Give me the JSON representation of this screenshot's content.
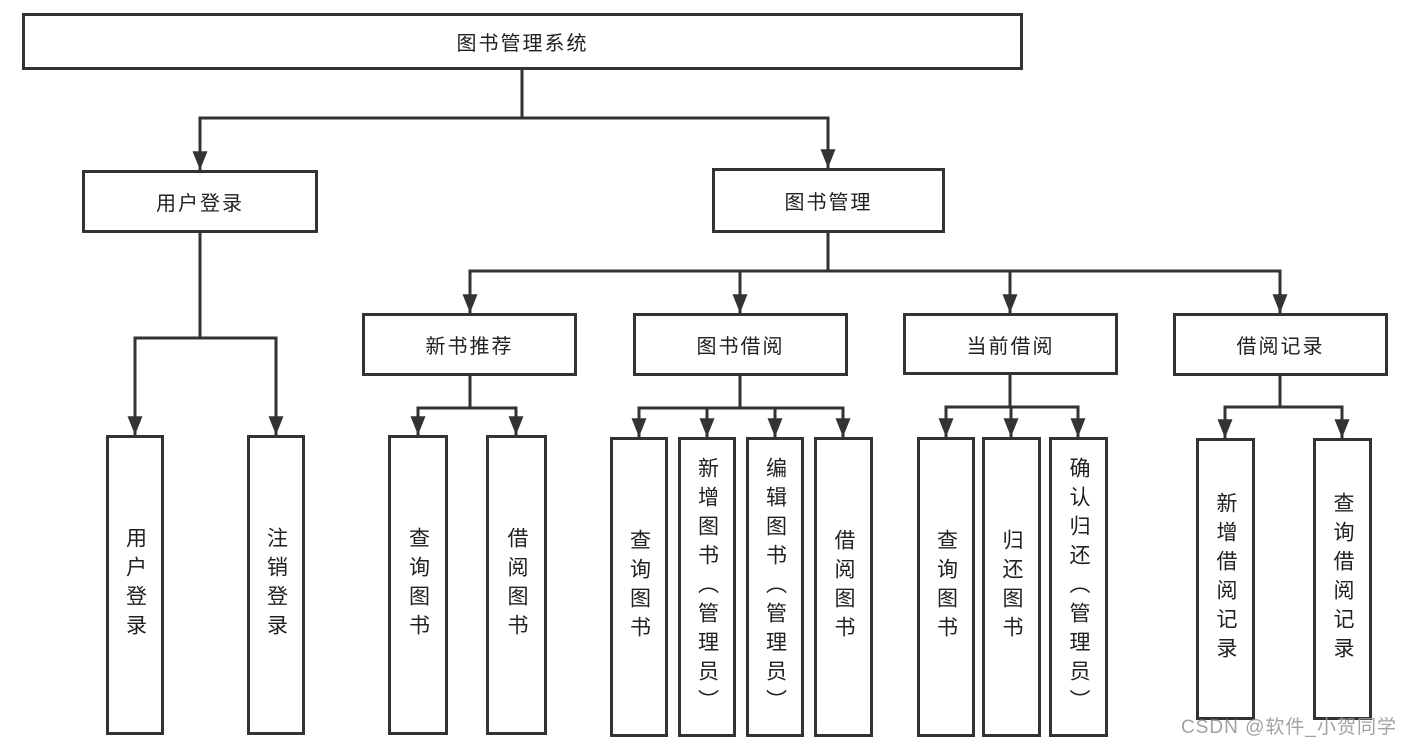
{
  "diagram_title": "图书管理系统",
  "hierarchy": {
    "root": "图书管理系统",
    "children": [
      {
        "label": "用户登录",
        "children": [
          "用户登录",
          "注销登录"
        ]
      },
      {
        "label": "图书管理",
        "children": [
          {
            "label": "新书推荐",
            "children": [
              "查询图书",
              "借阅图书"
            ]
          },
          {
            "label": "图书借阅",
            "children": [
              "查询图书",
              "新增图书（管理员）",
              "编辑图书（管理员）",
              "借阅图书"
            ]
          },
          {
            "label": "当前借阅",
            "children": [
              "查询图书",
              "归还图书",
              "确认归还（管理员）"
            ]
          },
          {
            "label": "借阅记录",
            "children": [
              "新增借阅记录",
              "查询借阅记录"
            ]
          }
        ]
      }
    ]
  },
  "watermark": "CSDN @软件_小贺同学",
  "colors": {
    "line": "#333333",
    "box_border": "#333333",
    "box_fill": "#ffffff",
    "text": "#212121",
    "watermark": "#989898",
    "background": "#ffffff"
  }
}
